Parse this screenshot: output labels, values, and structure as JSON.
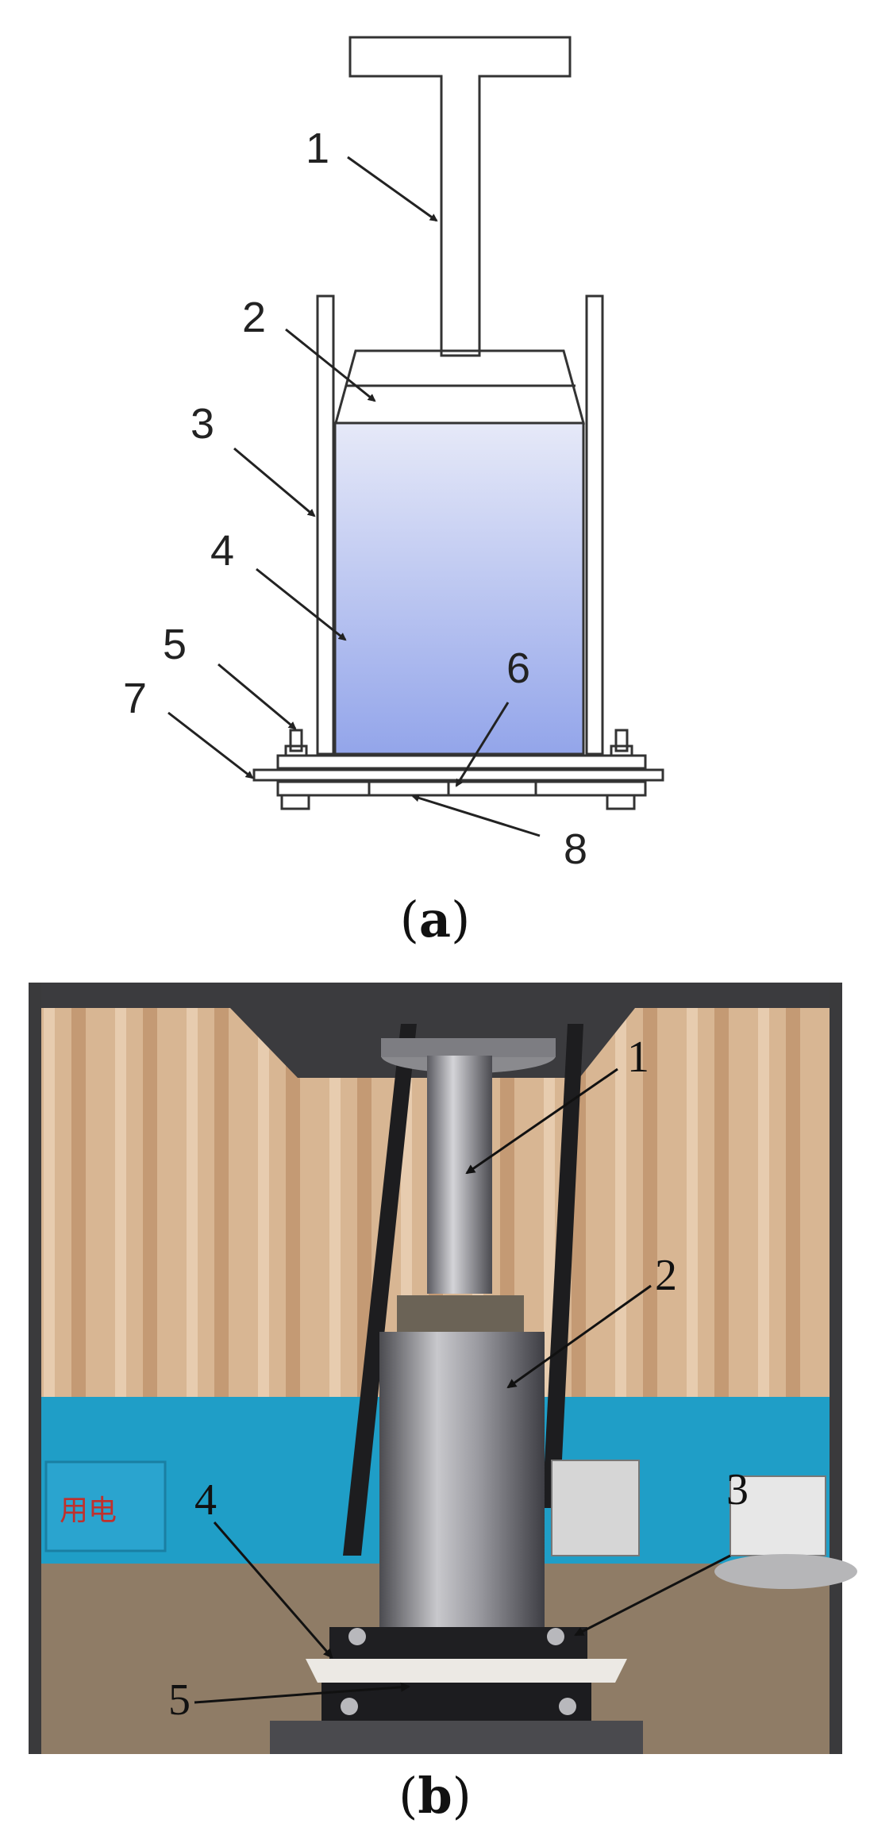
{
  "panel_a": {
    "caption_letter": "a",
    "callouts": [
      {
        "id": "1",
        "label": "1"
      },
      {
        "id": "2",
        "label": "2"
      },
      {
        "id": "3",
        "label": "3"
      },
      {
        "id": "4",
        "label": "4"
      },
      {
        "id": "5",
        "label": "5"
      },
      {
        "id": "6",
        "label": "6"
      },
      {
        "id": "7",
        "label": "7"
      },
      {
        "id": "8",
        "label": "8"
      }
    ]
  },
  "panel_b": {
    "caption_letter": "b",
    "wall_sign": "用电",
    "callouts": [
      {
        "id": "1",
        "label": "1"
      },
      {
        "id": "2",
        "label": "2"
      },
      {
        "id": "3",
        "label": "3"
      },
      {
        "id": "4",
        "label": "4"
      },
      {
        "id": "5",
        "label": "5"
      }
    ]
  },
  "colors": {
    "line": "#333333",
    "sample_top": "#e4e8f7",
    "sample_bottom": "#97a8eb",
    "curtain": "#d9b793",
    "wall_blue": "#1f9ec7",
    "steel": "#8c8c90"
  }
}
